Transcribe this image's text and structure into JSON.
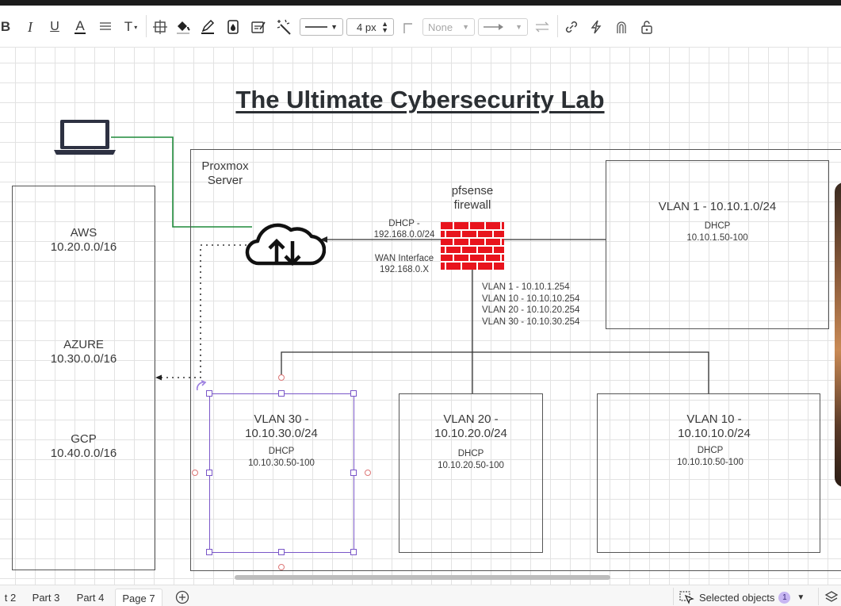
{
  "toolbar": {
    "bold": "B",
    "italic": "I",
    "underline": "U",
    "font_color": "A",
    "text_options": "T",
    "line_width": "4 px",
    "endpoint": "None",
    "icons": [
      "bold-icon",
      "italic-icon",
      "underline-icon",
      "font-color-icon",
      "align-icon",
      "text-options-icon",
      "shape-options-icon",
      "fill-color-icon",
      "line-color-icon",
      "opacity-icon",
      "style-icon",
      "magic-icon",
      "line-style-icon",
      "waypoint-icon",
      "arrow-icon",
      "swap-icon",
      "link-icon",
      "lightning-icon",
      "magnet-icon",
      "lock-icon"
    ]
  },
  "diagram": {
    "title": "The Ultimate Cybersecurity Lab",
    "proxmox_label": [
      "Proxmox",
      "Server"
    ],
    "pfsense_label": [
      "pfsense",
      "firewall"
    ],
    "wan": {
      "dhcp": [
        "DHCP -",
        "192.168.0.0/24"
      ],
      "wan": [
        "WAN Interface",
        "192.168.0.X"
      ]
    },
    "firewall_vlans": [
      "VLAN 1 - 10.10.1.254",
      "VLAN 10 - 10.10.10.254",
      "VLAN 20 - 10.10.20.254",
      "VLAN 30 - 10.10.30.254"
    ],
    "cloud": [
      {
        "name": "AWS",
        "cidr": "10.20.0.0/16"
      },
      {
        "name": "AZURE",
        "cidr": "10.30.0.0/16"
      },
      {
        "name": "GCP",
        "cidr": "10.40.0.0/16"
      }
    ],
    "vlan1": {
      "title": "VLAN 1 - 10.10.1.0/24",
      "dhcp": "DHCP",
      "range": "10.10.1.50-100"
    },
    "vlan30": {
      "title": [
        "VLAN 30 -",
        "10.10.30.0/24"
      ],
      "dhcp": "DHCP",
      "range": "10.10.30.50-100"
    },
    "vlan20": {
      "title": [
        "VLAN 20 -",
        "10.10.20.0/24"
      ],
      "dhcp": "DHCP",
      "range": "10.10.20.50-100"
    },
    "vlan10": {
      "title": [
        "VLAN 10 -",
        "10.10.10.0/24"
      ],
      "dhcp": "DHCP",
      "range": "10.10.10.50-100"
    }
  },
  "footer": {
    "tabs": [
      "t 2",
      "Part 3",
      "Part 4",
      "Page 7"
    ],
    "active_tab": "Page 7",
    "selected_label": "Selected objects",
    "selected_count": "1"
  },
  "colors": {
    "accent": "#7a57c8",
    "green_line": "#1f8a3a",
    "firewall_red": "#e8141d",
    "title": "#2b2f33"
  }
}
